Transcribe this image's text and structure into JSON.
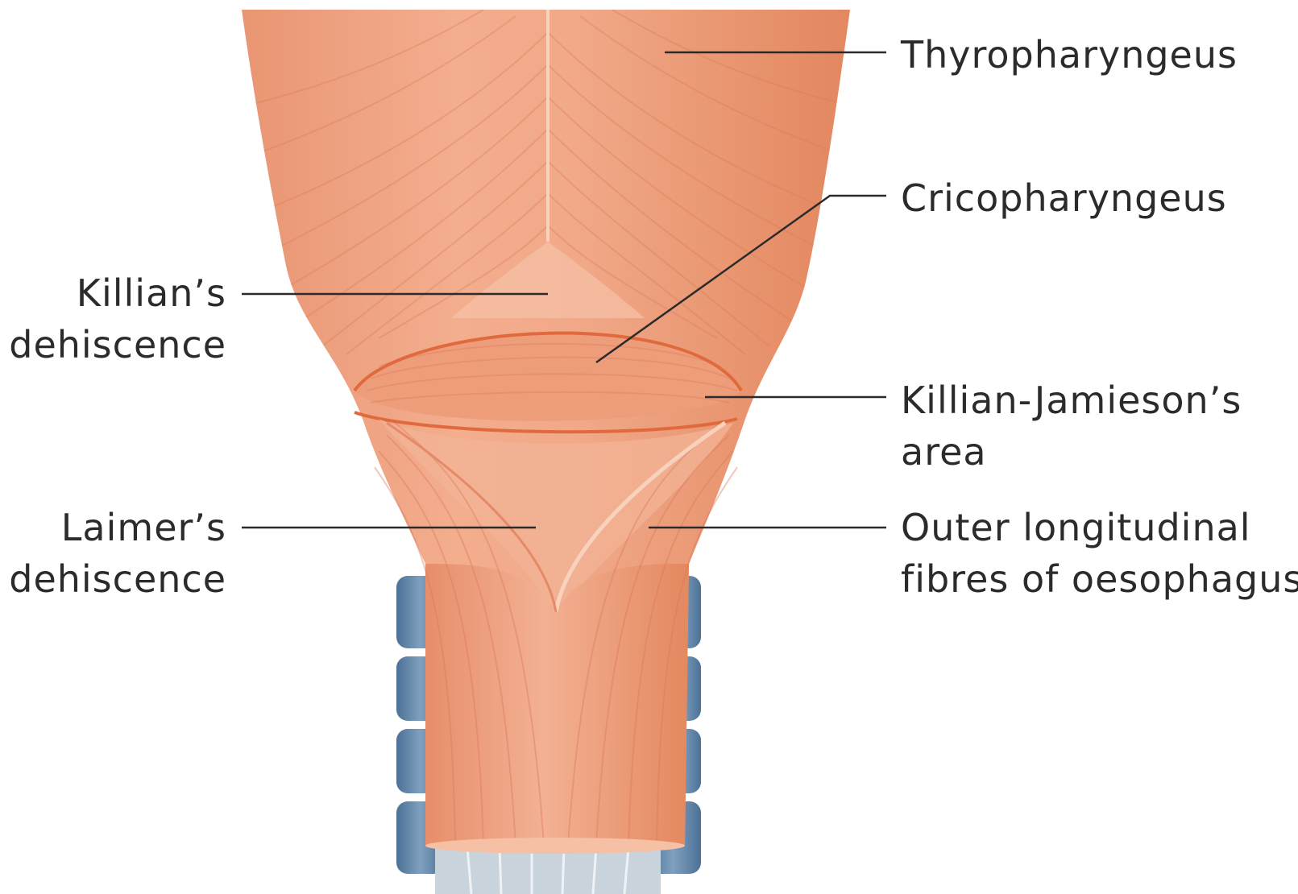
{
  "labels": {
    "thyropharyngeus": "Thyropharyngeus",
    "cricopharyngeus": "Cricopharyngeus",
    "killians_line1": "Killian’s",
    "killians_line2": "dehiscence",
    "killian_jamieson_line1": "Killian-Jamieson’s",
    "killian_jamieson_line2": "area",
    "laimers_line1": "Laimer’s",
    "laimers_line2": "dehiscence",
    "outer_line1": "Outer longitudinal",
    "outer_line2": "fibres of oesophagus"
  },
  "colors": {
    "muscle": "#efa383",
    "muscle_dark": "#e08562",
    "muscle_light": "#f6c0a5",
    "muscle_fibre": "#d9785a",
    "cricopharyngeus_edge": "#e06a3e",
    "cartilage": "#5f86a8",
    "cartilage_light": "#a9bfd3",
    "leader_line": "#2b2b2b",
    "text": "#2b2b2b"
  }
}
